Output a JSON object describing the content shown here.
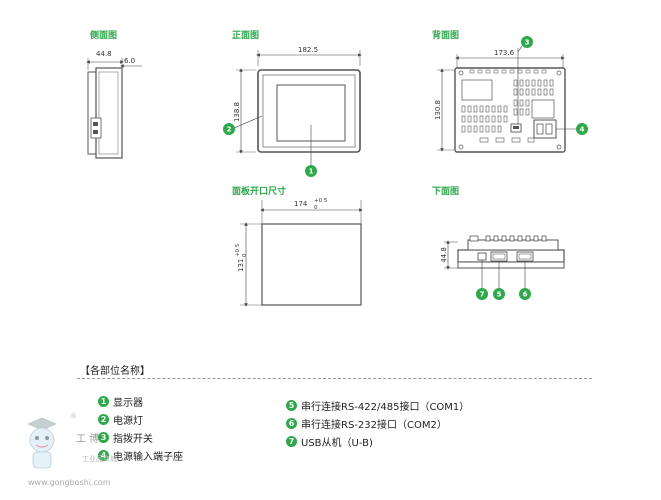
{
  "views": {
    "side": "侧面图",
    "front": "正面图",
    "back": "背面图",
    "cutout": "面板开口尺寸",
    "bottom": "下面图"
  },
  "dimensions": {
    "side_width": "44.8",
    "side_depth": "6.0",
    "front_width": "182.5",
    "front_height": "138.8",
    "back_width": "173.6",
    "back_height": "130.8",
    "cutout_width": "174",
    "cutout_width_tol_plus": "+0.5",
    "cutout_width_tol_minus": "0",
    "cutout_height": "131",
    "cutout_height_tol_plus": "+0.5",
    "cutout_height_tol_minus": "0",
    "bottom_depth": "44.8"
  },
  "parts_section": {
    "title": "【各部位名称】",
    "items": [
      {
        "num": "1",
        "label": "显示器"
      },
      {
        "num": "2",
        "label": "电源灯"
      },
      {
        "num": "3",
        "label": "指拨开关"
      },
      {
        "num": "4",
        "label": "电源输入端子座"
      },
      {
        "num": "5",
        "label": "串行连接RS-422/485接口（COM1）"
      },
      {
        "num": "6",
        "label": "串行连接RS-232接口（COM2）"
      },
      {
        "num": "7",
        "label": "USB从机（U-B)"
      }
    ]
  },
  "watermark": {
    "brand": "工 博",
    "sub": "工业品商城",
    "reg": "®",
    "url": "www.gongboshi.com"
  },
  "colors": {
    "accent": "#2ea84a",
    "line": "#555555"
  }
}
